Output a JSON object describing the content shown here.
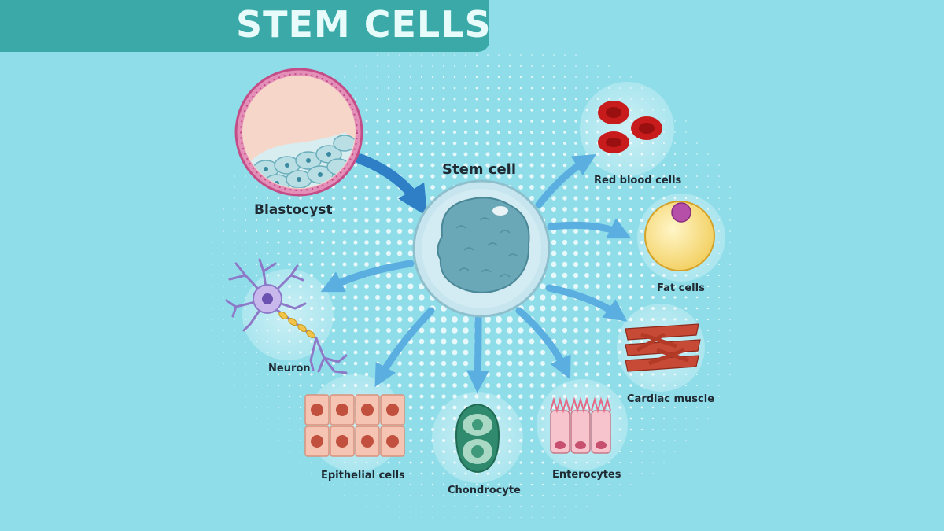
{
  "title": "STEM CELLS",
  "colors": {
    "background": "#8fdde9",
    "banner": "#3aa9a8",
    "title_text": "#e6fbfa",
    "arrow": "#5aaee0",
    "stem_cell": "#c6e5ee",
    "nucleus": "#6aa8b8"
  },
  "nodes": {
    "blastocyst": "Blastocyst",
    "stem_cell": "Stem cell",
    "red_blood_cells": "Red blood cells",
    "fat_cells": "Fat cells",
    "cardiac_muscle": "Cardiac muscle",
    "enterocytes": "Enterocytes",
    "chondrocyte": "Chondrocyte",
    "epithelial_cells": "Epithelial cells",
    "neuron": "Neuron"
  }
}
